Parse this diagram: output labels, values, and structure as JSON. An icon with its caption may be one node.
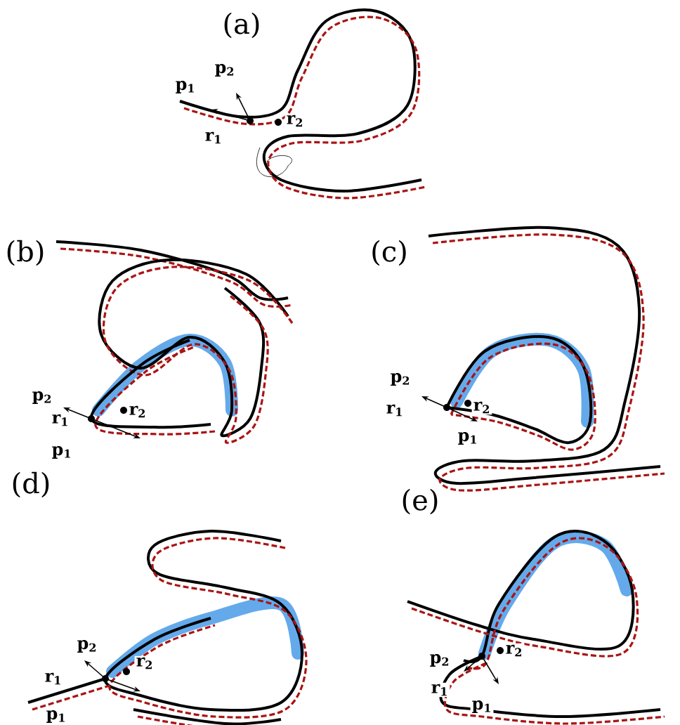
{
  "diagram": {
    "labels": [
      "(a)",
      "p$_{1}$",
      "p$_{2}$",
      "r$_{1}$",
      "r$_{2}$",
      "(b)",
      "p$_{1}$",
      "p$_{2}$",
      "r$_{1}$",
      "r$_{2}$",
      "(c)",
      "p$_{1}$",
      "p$_{2}$",
      "r$_{1}$",
      "r$_{2}$",
      "(d)",
      "p$_{1}$",
      "p$_{2}$",
      "r$_{1}$",
      "r$_{2}$",
      "(e)",
      "p$_{1}$",
      "p$_{2}$",
      "r$_{1}$",
      "r$_{2}$"
    ]
  }
}
